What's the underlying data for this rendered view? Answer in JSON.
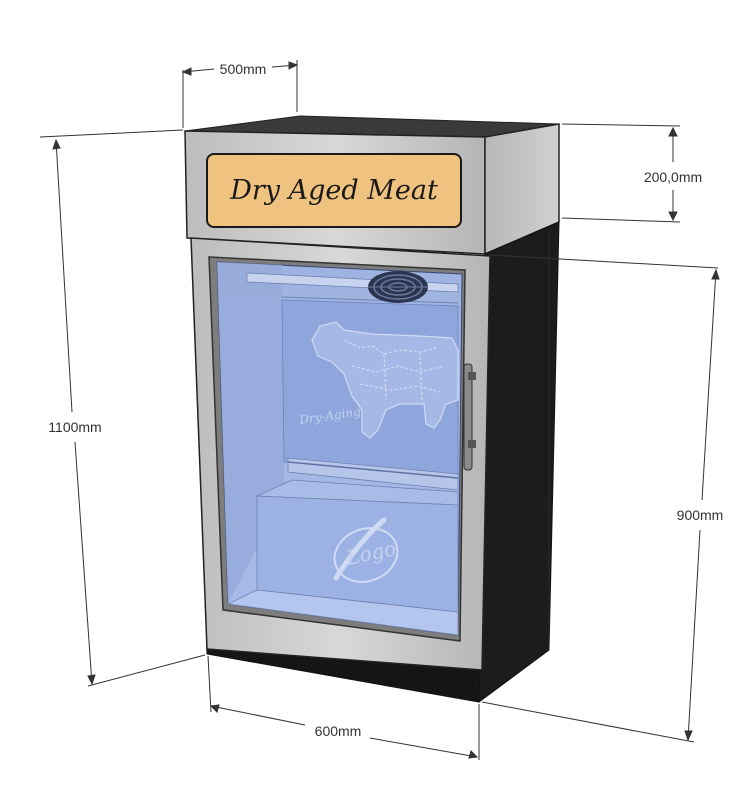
{
  "sign": {
    "text": "Dry Aged Meat"
  },
  "glass": {
    "text": "Dry-Aging",
    "logo": "Logo"
  },
  "dimensions": {
    "depth": "500mm",
    "header_height": "200,0mm",
    "total_height": "1100mm",
    "cabinet_height": "900mm",
    "width": "600mm"
  },
  "colors": {
    "sign_bg": "#f0c27f",
    "glass": "#a9bce6",
    "cabinet_body": "#1c1c1c",
    "steel": "#c9c9c9"
  },
  "icons": [
    "cow-icon",
    "fan-icon",
    "logo-icon",
    "handle-icon"
  ]
}
